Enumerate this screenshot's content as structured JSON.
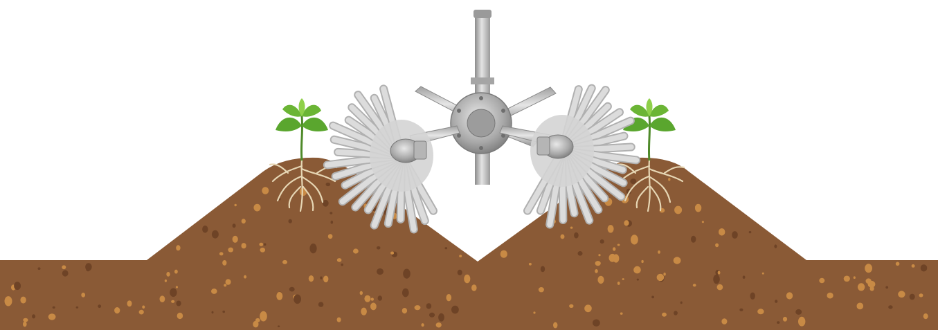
{
  "scene": {
    "subjects": [
      "soil-ridges",
      "seedling-left",
      "seedling-right",
      "finger-weeder-tool"
    ],
    "colors": {
      "background": "#ffffff",
      "soil": "#8a5a36",
      "soil_dark": "#6e4326",
      "pebble": "#c88a45",
      "pebble_dark": "#a56a33",
      "leaf": "#5aa62e",
      "leaf_light": "#8fd04a",
      "stem": "#4f8a2a",
      "root": "#e6d6b4",
      "metal": "#b9b9b9",
      "metal_light": "#e2e2e2",
      "metal_dark": "#8a8a8a",
      "finger": "#dcdcdc",
      "finger_edge": "#b0b0b0"
    }
  }
}
